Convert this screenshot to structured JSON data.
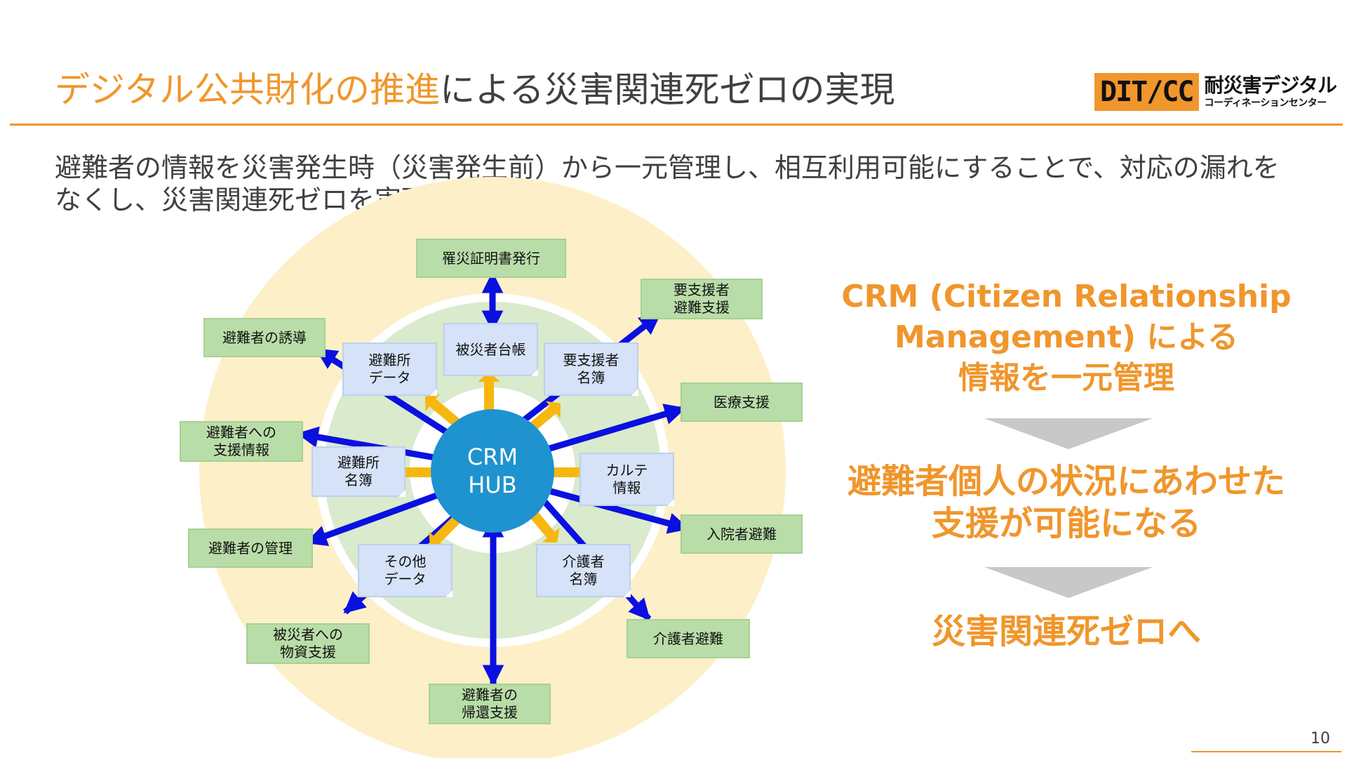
{
  "title": {
    "highlight": "デジタル公共財化の推進",
    "rest": "による災害関連死ゼロの実現"
  },
  "logo": {
    "mark": "DIT/CC",
    "main": "耐災害デジタル",
    "sub": "コーディネーションセンター"
  },
  "intro": "避難者の情報を災害発生時（災害発生前）から一元管理し、相互利用可能にすることで、対応の漏れをなくし、災害関連死ゼロを実現する。",
  "hub": {
    "line1": "CRM",
    "line2": "HUB"
  },
  "inner_nodes": {
    "victim_ledger": "被災者台帳",
    "shelter_data": "避難所\nデータ",
    "care_needed_list": "要支援者\n名簿",
    "shelter_list": "避難所\n名簿",
    "karte": "カルテ\n情報",
    "other_data": "その他\nデータ",
    "caregiver_list": "介護者\n名簿"
  },
  "outer_nodes": {
    "certificate": "罹災証明書発行",
    "care_support": "要支援者\n避難支援",
    "guidance": "避難者の誘導",
    "medical": "医療支援",
    "support_info": "避難者への\n支援情報",
    "hospital": "入院者避難",
    "management": "避難者の管理",
    "supplies": "被災者への\n物資支援",
    "caregiver_evac": "介護者避難",
    "return_support": "避難者の\n帰還支援"
  },
  "side": {
    "crm_line1": "CRM (Citizen Relationship",
    "crm_line2": "Management) による",
    "crm_line3": "情報を一元管理",
    "individual_line1": "避難者個人の状況にあわせた",
    "individual_line2": "支援が可能になる",
    "zero": "災害関連死ゼロへ"
  },
  "page_number": "10",
  "colors": {
    "accent": "#f0962c",
    "outer_ring": "#fdefc8",
    "middle_ring": "#d9eacd",
    "hub": "#1e93cf",
    "arrow_blue": "#0a10e0",
    "arrow_yellow": "#f7b70f",
    "chevron": "#c8c8c8"
  }
}
